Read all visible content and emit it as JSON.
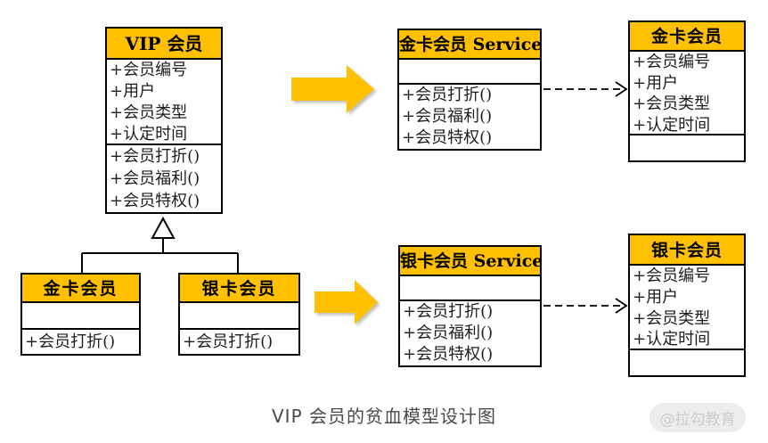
{
  "caption": "VIP 会员的贫血模型设计图",
  "watermark": "@拉勾教育",
  "colors": {
    "header-fill": "#FFC000",
    "arrow-fill": "#FFC000",
    "border": "#000000",
    "text": "#1d1d1d",
    "caption-text": "#4a4a4a",
    "watermark-bg": "#ececec",
    "watermark-text": "#cdcdcd"
  },
  "icons": {
    "flow_arrow": "block-arrow-right",
    "inheritance": "hollow-triangle-generalization",
    "dependency": "dashed-open-arrow-right"
  },
  "classes": {
    "vip": {
      "title": "VIP 会员",
      "attrs": [
        "+会员编号",
        "+用户",
        "+会员类型",
        "+认定时间"
      ],
      "methods": [
        "+会员打折()",
        "+会员福利()",
        "+会员特权()"
      ]
    },
    "gold_sub": {
      "title": "金卡会员",
      "methods": [
        "+会员打折()"
      ]
    },
    "silver_sub": {
      "title": "银卡会员",
      "methods": [
        "+会员打折()"
      ]
    },
    "gold_service": {
      "title": "金卡会员 Service",
      "methods": [
        "+会员打折()",
        "+会员福利()",
        "+会员特权()"
      ]
    },
    "gold_entity": {
      "title": "金卡会员",
      "attrs": [
        "+会员编号",
        "+用户",
        "+会员类型",
        "+认定时间"
      ]
    },
    "silver_service": {
      "title": "银卡会员 Service",
      "methods": [
        "+会员打折()",
        "+会员福利()",
        "+会员特权()"
      ]
    },
    "silver_entity": {
      "title": "银卡会员",
      "attrs": [
        "+会员编号",
        "+用户",
        "+会员类型",
        "+认定时间"
      ]
    }
  }
}
